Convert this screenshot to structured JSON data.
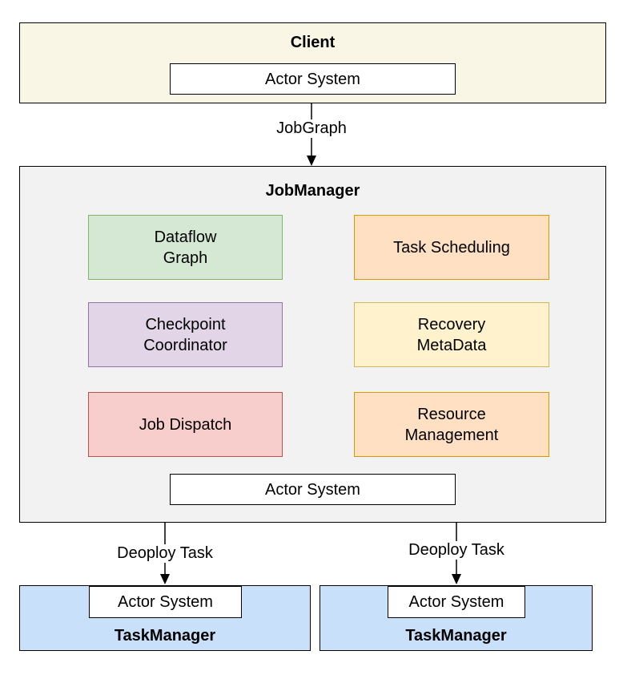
{
  "client": {
    "title": "Client",
    "actor_system": "Actor System"
  },
  "edge_client_jm": {
    "label": "JobGraph"
  },
  "jobmanager": {
    "title": "JobManager",
    "components": {
      "dataflow_graph": "Dataflow\nGraph",
      "task_scheduling": "Task Scheduling",
      "checkpoint_coordinator": "Checkpoint\nCoordinator",
      "recovery_metadata": "Recovery\nMetaData",
      "job_dispatch": "Job Dispatch",
      "resource_management": "Resource\nManagement"
    },
    "actor_system": "Actor System"
  },
  "edges_jm_tm": [
    {
      "label": "Deoploy Task"
    },
    {
      "label": "Deoploy Task"
    }
  ],
  "taskmanagers": [
    {
      "title": "TaskManager",
      "actor_system": "Actor System"
    },
    {
      "title": "TaskManager",
      "actor_system": "Actor System"
    }
  ],
  "colors": {
    "client_fill": "#f9f6e6",
    "jobmanager_fill": "#f2f2f2",
    "taskmanager_fill": "#c9e0fb",
    "green_fill": "#d5e8d4",
    "green_stroke": "#82b366",
    "orange_fill": "#ffe0c2",
    "orange_stroke": "#d79b00",
    "purple_fill": "#e1d5e7",
    "purple_stroke": "#9673a6",
    "yellow_fill": "#fff2cc",
    "yellow_stroke": "#d6b656",
    "red_fill": "#f8cecc",
    "red_stroke": "#b85450"
  }
}
